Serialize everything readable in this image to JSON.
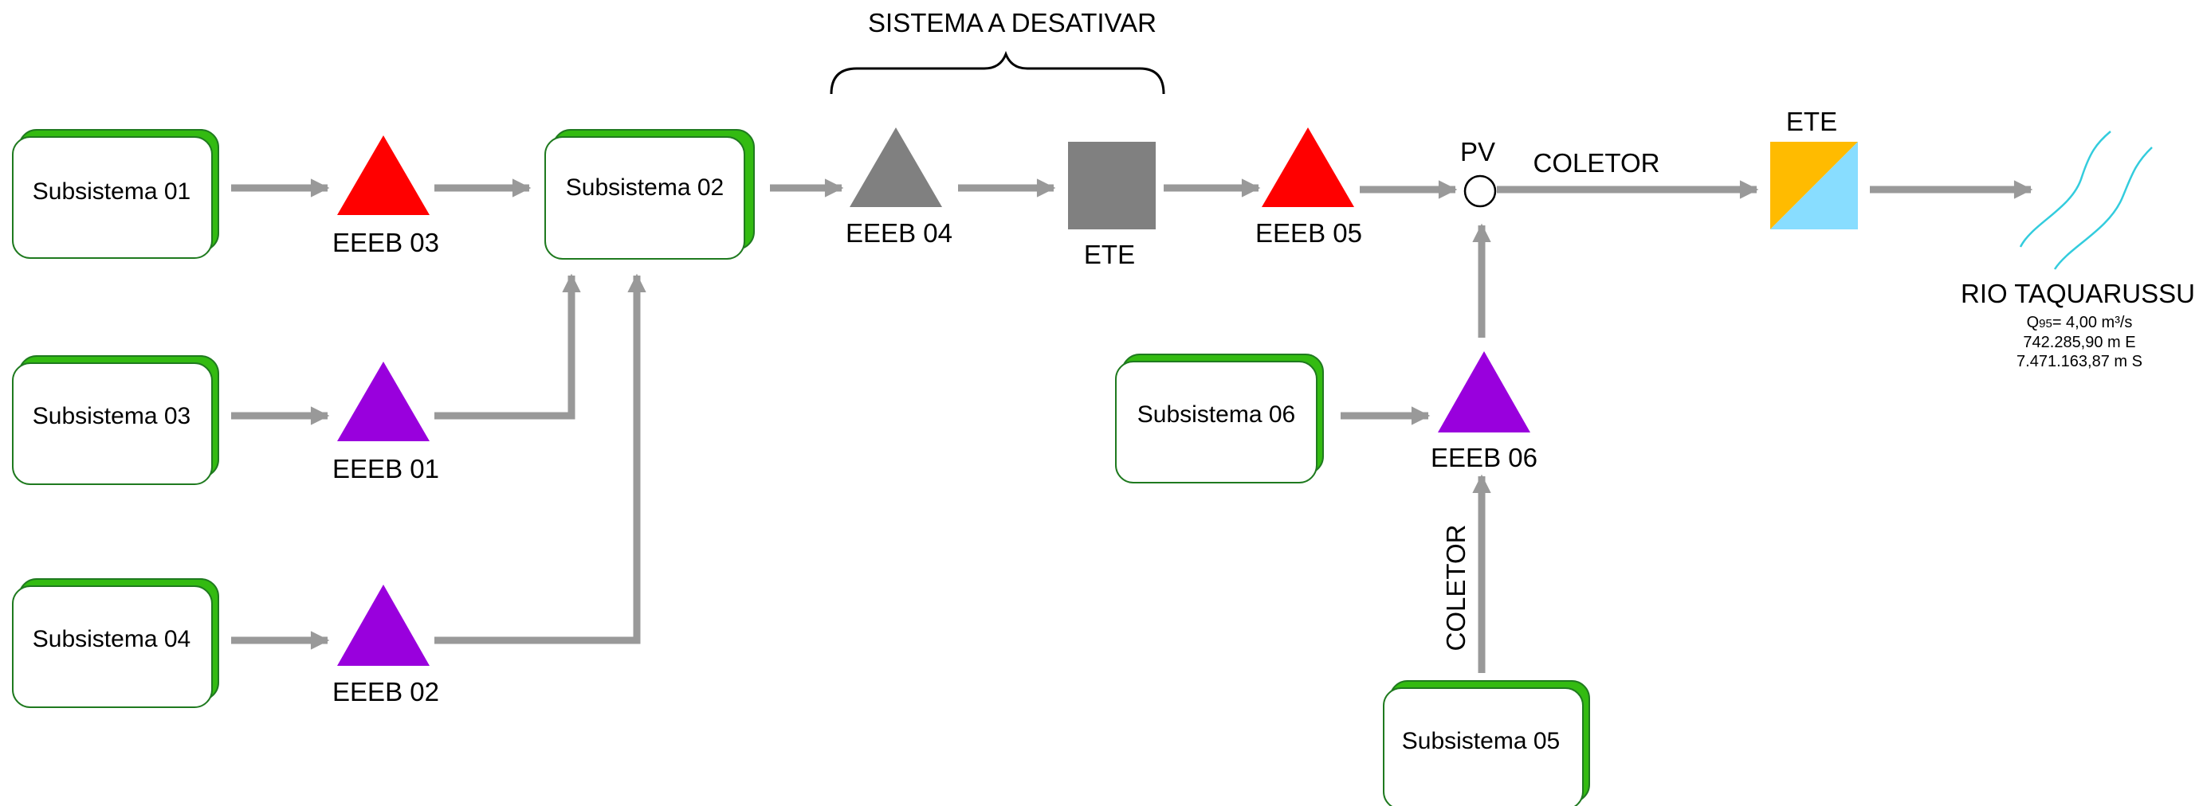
{
  "diagram": {
    "decommission_label": "SISTEMA A DESATIVAR",
    "subsystems": {
      "s01": "Subsistema 01",
      "s02": "Subsistema 02",
      "s03": "Subsistema 03",
      "s04": "Subsistema 04",
      "s05": "Subsistema 05",
      "s06": "Subsistema 06"
    },
    "pump_stations": {
      "eeeb01": "EEEB 01",
      "eeeb02": "EEEB 02",
      "eeeb03": "EEEB 03",
      "eeeb04": "EEEB 04",
      "eeeb05": "EEEB 05",
      "eeeb06": "EEEB 06"
    },
    "ete_old": "ETE",
    "ete_new": "ETE",
    "pv": "PV",
    "collector_main": "COLETOR",
    "collector_vertical": "COLETOR",
    "river": {
      "name": "RIO TAQUARUSSU",
      "flow_prefix": "Q",
      "flow_subscript": "95",
      "flow_value": "= 4,00 m³/s",
      "coord_e": "742.285,90 m E",
      "coord_s": "7.471.163,87 m S"
    }
  },
  "colors": {
    "arrow": "#999999",
    "box_border": "#1f7a1f",
    "box_shadow": "#33bb11",
    "pump_red": "#ff0000",
    "pump_purple": "#9900dd",
    "pump_gray": "#808080",
    "ete_old": "#808080",
    "ete_new_orange": "#ffbb00",
    "ete_new_blue": "#88ddff",
    "river_lines": "#33ccdd"
  }
}
